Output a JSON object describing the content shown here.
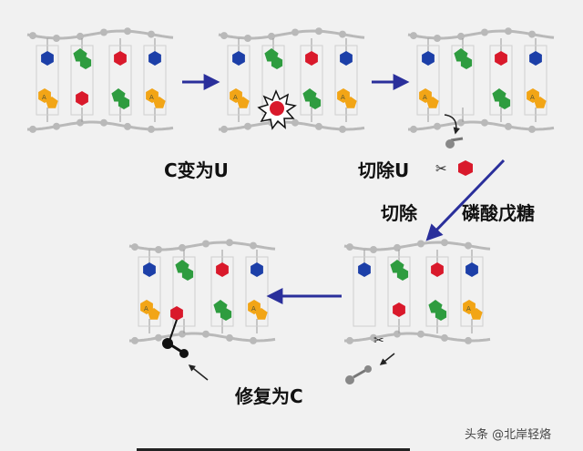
{
  "labels": {
    "step1": "C变为U",
    "step2": "切除U",
    "step3a": "切除",
    "step3b": "磷酸戊糖",
    "step4": "修复为C"
  },
  "nucleotides": {
    "a_glyph": "A"
  },
  "watermark": "头条 @北岸轻烙",
  "colors": {
    "background": "#f1f1f1",
    "backbone": "#b9b9b9",
    "adenine": "#f2a516",
    "thymine_guanine": "#2e9c3f",
    "cytosine_uracil": "#d9192b",
    "pyrimidine_blue": "#1c3fa8",
    "arrow": "#2a2f9b"
  }
}
